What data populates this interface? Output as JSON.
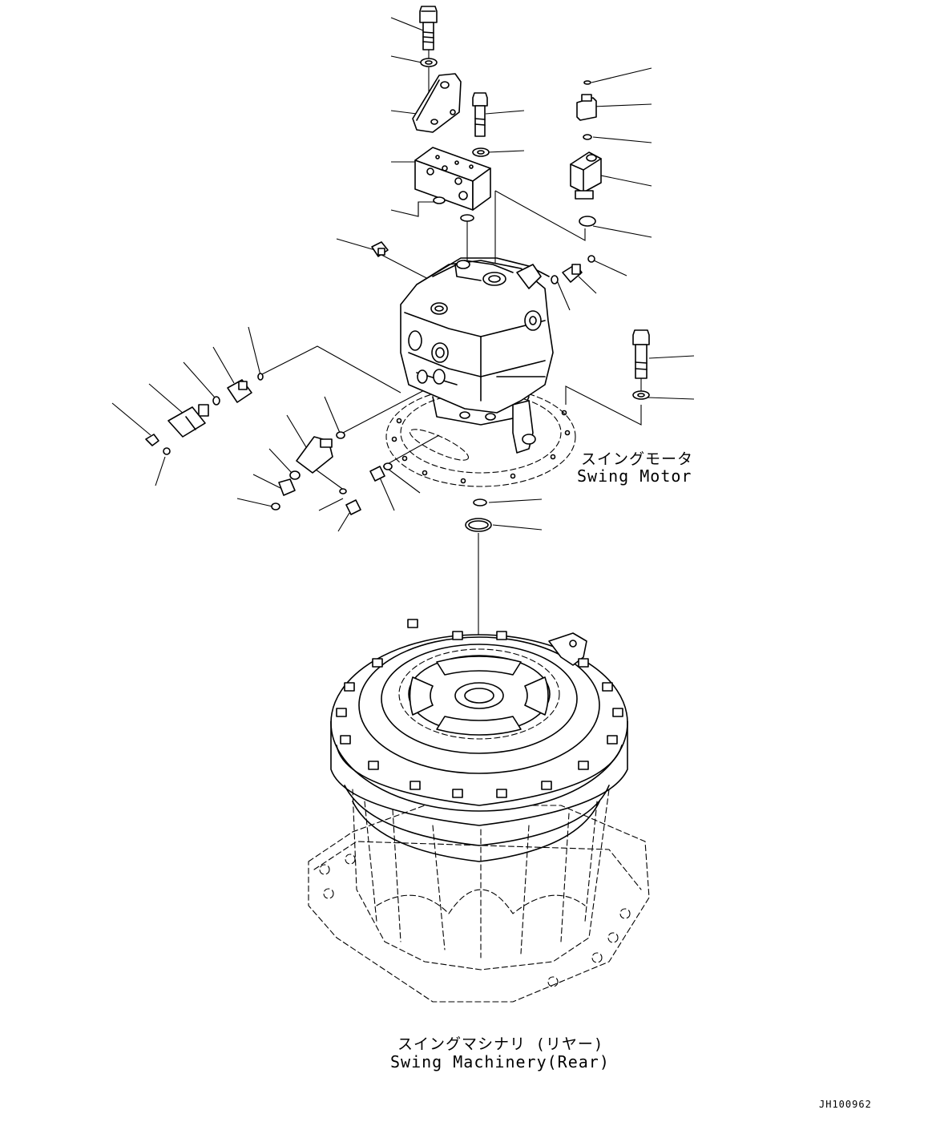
{
  "labels": {
    "swing_motor_jp": "スイングモータ",
    "swing_motor_en": "Swing Motor",
    "swing_machinery_jp": "スイングマシナリ (リヤー)",
    "swing_machinery_en": "Swing Machinery(Rear)"
  },
  "drawing_code": "JH100962"
}
